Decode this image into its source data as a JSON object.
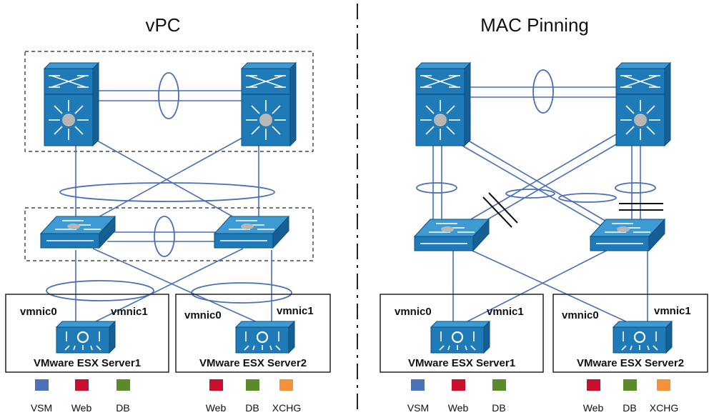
{
  "left": {
    "title": "vPC",
    "server1": {
      "name": "VMware ESX Server1",
      "nic0": "vmnic0",
      "nic1": "vmnic1"
    },
    "server2": {
      "name": "VMware ESX Server2",
      "nic0": "vmnic0",
      "nic1": "vmnic1"
    },
    "legend1": [
      {
        "label": "VSM",
        "color": "#4a72b8"
      },
      {
        "label": "Web",
        "color": "#c8102e"
      },
      {
        "label": "DB",
        "color": "#5a8a2a"
      }
    ],
    "legend2": [
      {
        "label": "Web",
        "color": "#c8102e"
      },
      {
        "label": "DB",
        "color": "#5a8a2a"
      },
      {
        "label": "XCHG",
        "color": "#f5913a"
      }
    ]
  },
  "right": {
    "title": "MAC Pinning",
    "server1": {
      "name": "VMware ESX Server1",
      "nic0": "vmnic0",
      "nic1": "vmnic1"
    },
    "server2": {
      "name": "VMware ESX Server2",
      "nic0": "vmnic0",
      "nic1": "vmnic1"
    },
    "legend1": [
      {
        "label": "VSM",
        "color": "#4a72b8"
      },
      {
        "label": "Web",
        "color": "#c8102e"
      },
      {
        "label": "DB",
        "color": "#5a8a2a"
      }
    ],
    "legend2": [
      {
        "label": "Web",
        "color": "#c8102e"
      },
      {
        "label": "DB",
        "color": "#5a8a2a"
      },
      {
        "label": "XCHG",
        "color": "#f5913a"
      }
    ]
  },
  "icons": {
    "core_switch": "nexus-core-switch-icon",
    "access_switch": "layer2-switch-icon",
    "host": "virtual-switch-icon"
  }
}
